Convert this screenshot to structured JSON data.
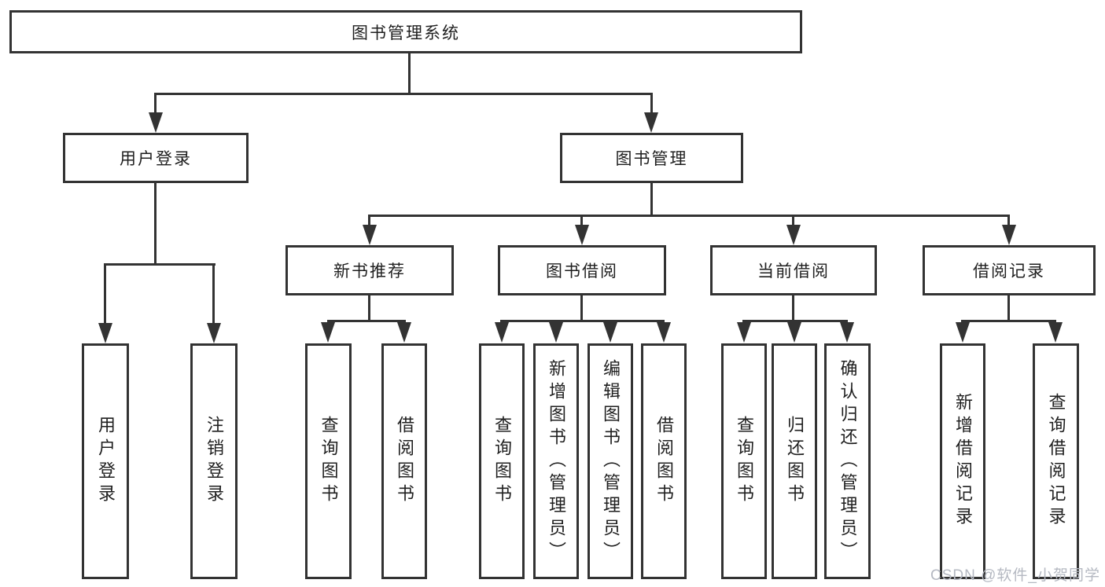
{
  "title": "图书管理系统",
  "level2": {
    "user_login": "用户登录",
    "book_management": "图书管理"
  },
  "level3": {
    "new_book": "新书推荐",
    "book_borrow": "图书借阅",
    "current_borrow": "当前借阅",
    "borrow_record": "借阅记录"
  },
  "leaves": {
    "user_login": "用户登录",
    "logout": "注销登录",
    "nb_query_book": "查询图书",
    "nb_borrow_book": "借阅图书",
    "bb_query_book": "查询图书",
    "bb_add_book": "新增图书（管理员）",
    "bb_edit_book": "编辑图书（管理员）",
    "bb_borrow_book": "借阅图书",
    "cb_query_book": "查询图书",
    "cb_return_book": "归还图书",
    "cb_confirm_return": "确认归还（管理员）",
    "br_add_record": "新增借阅记录",
    "br_query_record": "查询借阅记录"
  },
  "watermark": "CSDN @软件_小贺同学",
  "colors": {
    "line": "#333333",
    "text": "#1f1f1f",
    "watermark": "#b5b9c2",
    "bg": "#ffffff"
  }
}
